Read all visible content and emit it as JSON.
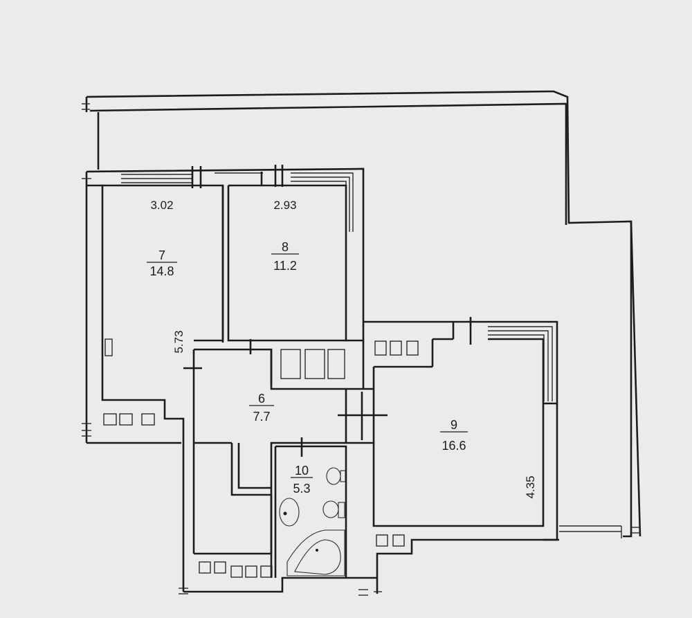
{
  "rooms": [
    {
      "id": "7",
      "area": "14.8"
    },
    {
      "id": "8",
      "area": "11.2"
    },
    {
      "id": "6",
      "area": "7.7"
    },
    {
      "id": "9",
      "area": "16.6"
    },
    {
      "id": "10",
      "area": "5.3"
    }
  ],
  "dimensions": {
    "room7_width": "3.02",
    "room8_width": "2.93",
    "room7_length": "5.73",
    "room9_length": "4.35"
  }
}
